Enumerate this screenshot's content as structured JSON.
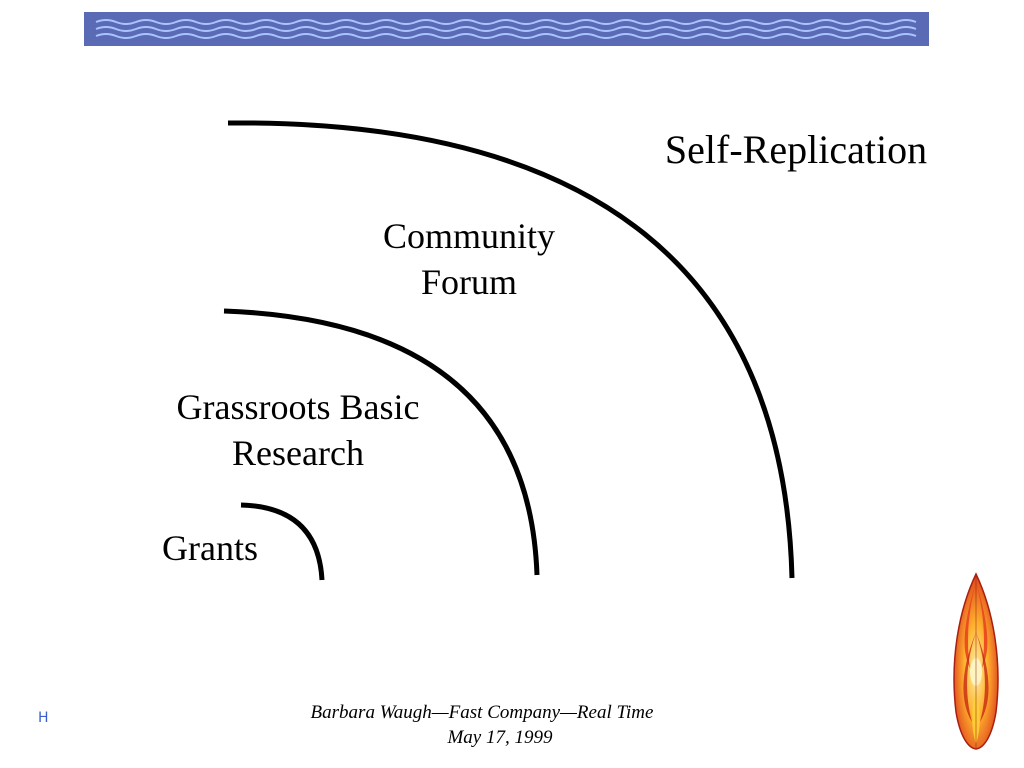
{
  "slide": {
    "labels": {
      "self_replication": "Self-Replication",
      "community_line1": "Community",
      "community_line2": "Forum",
      "grassroots_line1": "Grassroots Basic",
      "grassroots_line2": "Research",
      "grants": "Grants"
    },
    "footer": {
      "line1": "Barbara Waugh—Fast Company—Real  Time",
      "line2": "May 17, 1999"
    },
    "corner_mark": "H",
    "colors": {
      "banner_background": "#5a6ab4",
      "banner_waves": "#a9c3ff",
      "arc_stroke": "#000000",
      "corner_mark": "#3a5fcd",
      "surfboard_primary": "#e8401c",
      "surfboard_accent": "#ffd23a"
    },
    "icons": {
      "banner": "wave-banner",
      "surfboard": "flame-surfboard-icon"
    }
  }
}
